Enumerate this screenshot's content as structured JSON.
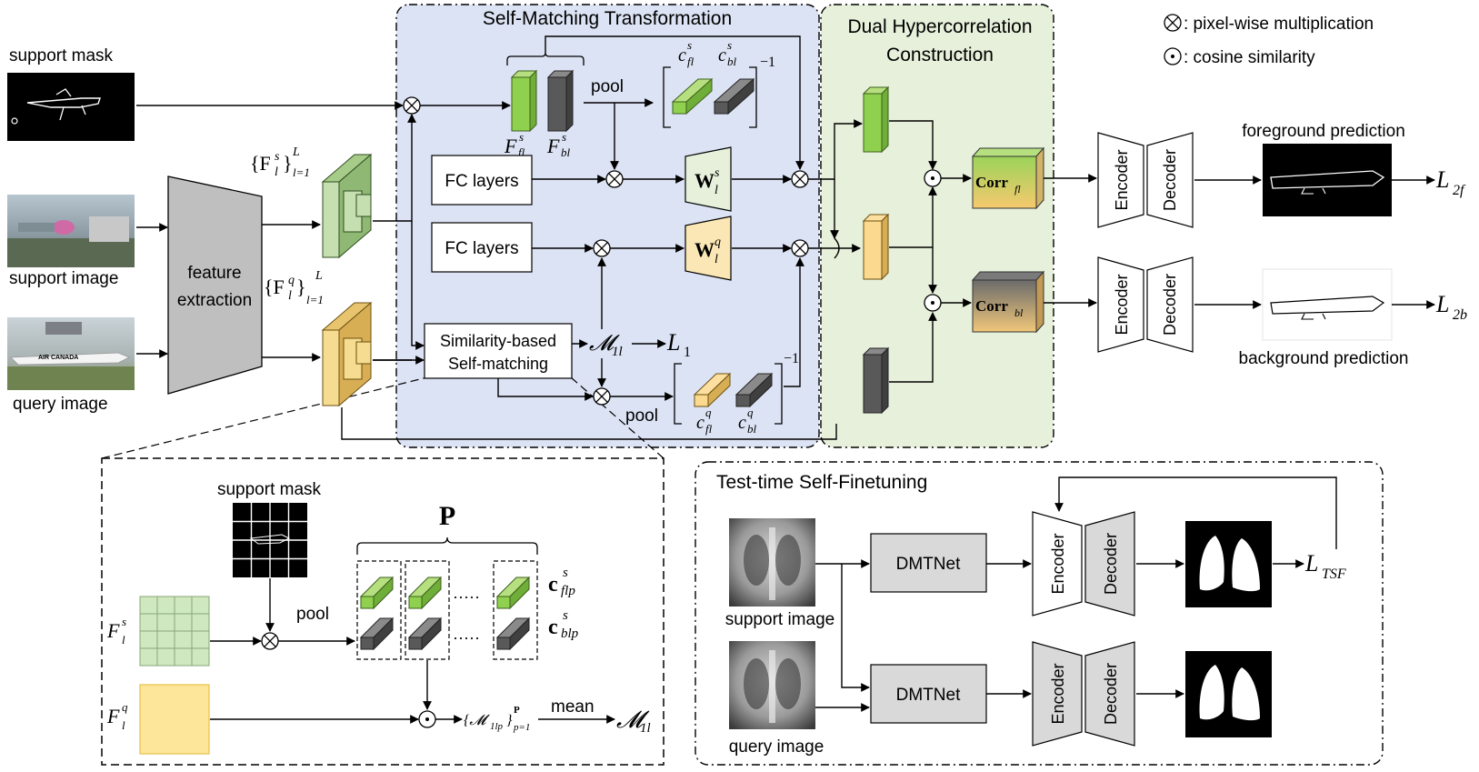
{
  "legend": {
    "mult_symbol": "⊗",
    "mult_text": ": pixel-wise multiplication",
    "cos_symbol": "⊙",
    "cos_text": ": cosine similarity"
  },
  "inputs": {
    "support_mask": "support mask",
    "support_image": "support image",
    "query_image": "query image",
    "aircraft_livery": "AIR CANADA"
  },
  "feature_extraction": {
    "line1": "feature",
    "line2": "extraction"
  },
  "support_feats": {
    "base": "{F",
    "sup": "s",
    "sub": "l",
    "close": "}",
    "sup2": "L",
    "sub2": "l=1"
  },
  "query_feats": {
    "base": "{F",
    "sup": "q",
    "sub": "l",
    "close": "}",
    "sup2": "L",
    "sub2": "l=1"
  },
  "smt": {
    "title": "Self-Matching Transformation",
    "fc1": "FC layers",
    "fc2": "FC layers",
    "pool_top": "pool",
    "pool_bottom": "pool",
    "sim_line1": "Similarity-based",
    "sim_line2": "Self-matching",
    "m1l": "𝓜",
    "m1l_sub": "1l",
    "l1": "L",
    "l1_sub": "1",
    "ffl": "F",
    "ffl_sup": "s",
    "ffl_sub": "fl",
    "fbl": "F",
    "fbl_sup": "s",
    "fbl_sub": "bl",
    "cfl_s": "c",
    "cfl_s_sup": "s",
    "cfl_s_sub": "fl",
    "cbl_s": "c",
    "cbl_s_sup": "s",
    "cbl_s_sub": "bl",
    "cfl_q": "c",
    "cfl_q_sup": "q",
    "cfl_q_sub": "fl",
    "cbl_q": "c",
    "cbl_q_sup": "q",
    "cbl_q_sub": "bl",
    "inv": "−1",
    "ws": "W",
    "ws_sup": "s",
    "ws_sub": "l",
    "wq": "W",
    "wq_sup": "q",
    "wq_sub": "l"
  },
  "dhc": {
    "title1": "Dual Hypercorrelation",
    "title2": "Construction",
    "corr_fl": "Corr",
    "corr_fl_sub": "fl",
    "corr_bl": "Corr",
    "corr_bl_sub": "bl"
  },
  "outputs": {
    "encoder": "Encoder",
    "decoder": "Decoder",
    "foreground": "foreground prediction",
    "background": "background prediction",
    "l2f": "L",
    "l2f_sub": "2f",
    "l2b": "L",
    "l2b_sub": "2b"
  },
  "detail": {
    "support_mask": "support mask",
    "P": "P",
    "pool": "pool",
    "mean": "mean",
    "dots": "·····",
    "fs": "F",
    "fs_sup": "s",
    "fs_sub": "l",
    "fq": "F",
    "fq_sup": "q",
    "fq_sub": "l",
    "cflp": "c",
    "cflp_sup": "s",
    "cflp_sub": "flp",
    "cblp": "c",
    "cblp_sup": "s",
    "cblp_sub": "blp",
    "mset": "{𝓜",
    "mset_sub": "1lp",
    "mset_close": "}",
    "mset_sup": "P",
    "mset_sub2": "p=1",
    "m1l": "𝓜",
    "m1l_sub": "1l"
  },
  "tsf": {
    "title": "Test-time Self-Finetuning",
    "dmtnet1": "DMTNet",
    "dmtnet2": "DMTNet",
    "encoder": "Encoder",
    "decoder": "Decoder",
    "support_image": "support image",
    "query_image": "query image",
    "loss": "L",
    "loss_sub": "TSF"
  },
  "colors": {
    "smt_bg": "#dce3f4",
    "dhc_bg": "#e6f0da",
    "green": "#8fd14f",
    "green_dark": "#5f9a2d",
    "yellow": "#fbd98f",
    "yellow_dark": "#c99c45",
    "gray": "#595959",
    "gray_dark": "#333333",
    "feat_green": "#c5dfb0",
    "feat_yellow": "#f6dc90",
    "extractor": "#bfbfbf",
    "coder_gray": "#d9d9d9",
    "grid_green": "#cfe8bf",
    "query_square": "#fde699"
  }
}
